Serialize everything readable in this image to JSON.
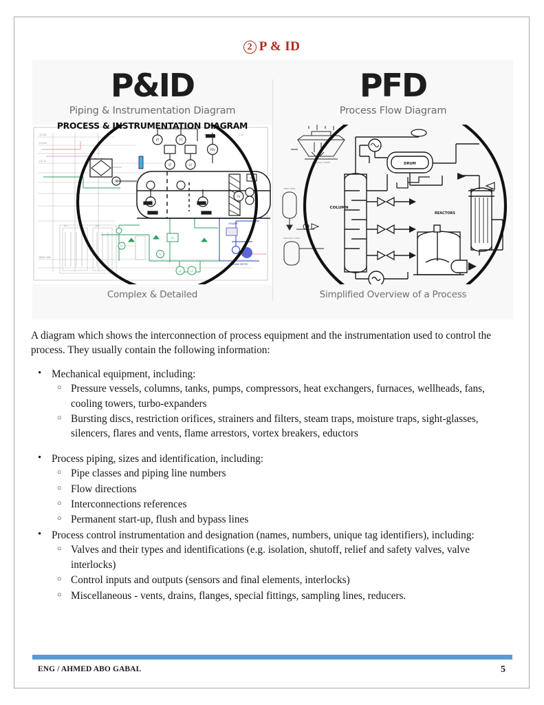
{
  "page": {
    "title_number": "2",
    "title_text": "P & ID"
  },
  "figure": {
    "left": {
      "heading": "P&ID",
      "subheading": "Piping & Instrumentation Diagram",
      "overlay_label": "PROCESS & INSTRUMENTATION DIAGRAM",
      "caption": "Complex & Detailed"
    },
    "right": {
      "heading": "PFD",
      "subheading": "Process Flow Diagram",
      "caption": "Simplified Overview of a Process",
      "diagram_labels": {
        "drum": "DRUM",
        "column": "COLUMN",
        "reactors": "REACTORS"
      }
    }
  },
  "content": {
    "intro": "A diagram which shows the interconnection of process equipment and the instrumentation used to control the process.  They usually contain the following information:",
    "bullet_marker": "•",
    "sub_bullet_marker": "○",
    "groups": [
      {
        "heading": "Mechanical equipment, including:",
        "items": [
          "Pressure vessels, columns, tanks, pumps, compressors, heat exchangers, furnaces, wellheads, fans, cooling towers, turbo-expanders",
          "Bursting discs, restriction orifices, strainers and filters, steam traps, moisture traps, sight-glasses, silencers, flares and vents, flame arrestors, vortex breakers, eductors"
        ]
      },
      {
        "heading": "Process piping, sizes and identification, including:",
        "items": [
          "Pipe classes and piping line numbers",
          "Flow directions",
          "Interconnections references",
          "Permanent start-up, flush and bypass lines"
        ]
      },
      {
        "heading": "Process control instrumentation and designation (names, numbers, unique tag identifiers), including:",
        "items": [
          "Valves and their types and identifications (e.g. isolation, shutoff, relief and safety valves, valve interlocks)",
          "Control inputs and outputs (sensors and final elements, interlocks)",
          "Miscellaneous - vents, drains, flanges, special fittings, sampling lines, reducers."
        ]
      }
    ]
  },
  "footer": {
    "author": "ENG / AHMED ABO GABAL",
    "page_number": "5",
    "bar_color": "#5B9BD5"
  },
  "colors": {
    "title": "#B5281E",
    "body_text": "#161616",
    "figure_bg": "#F8F8F8",
    "caption_gray": "#6F6F6F"
  }
}
